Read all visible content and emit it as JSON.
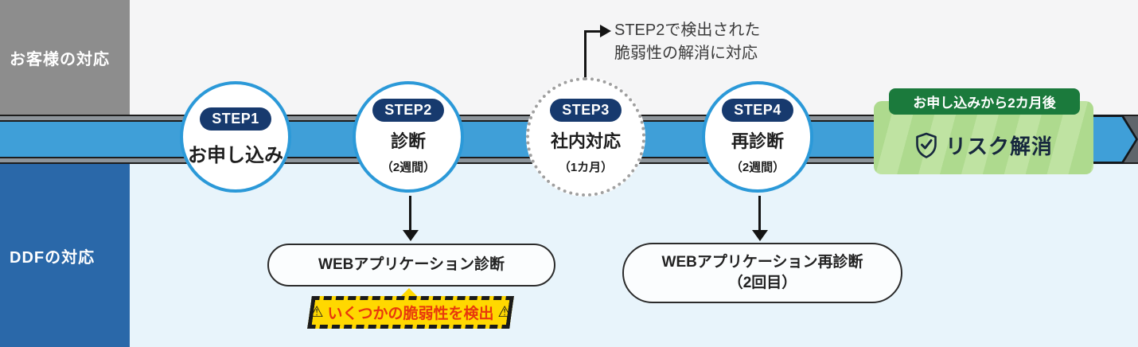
{
  "sidebar": {
    "customer_label": "お客様の対応",
    "ddf_label": "DDFの対応"
  },
  "timeline": {
    "annotation": {
      "line1": "STEP2で検出された",
      "line2": "脆弱性の解消に対応"
    },
    "steps": [
      {
        "badge": "STEP1",
        "title": "お申し込み",
        "duration": ""
      },
      {
        "badge": "STEP2",
        "title": "診断",
        "duration": "（2週間）"
      },
      {
        "badge": "STEP3",
        "title": "社内対応",
        "duration": "（1カ月）"
      },
      {
        "badge": "STEP4",
        "title": "再診断",
        "duration": "（2週間）"
      }
    ],
    "result": {
      "badge": "お申し込みから2カ月後",
      "label": "リスク解消",
      "icon": "shield-check-icon"
    }
  },
  "ddf": {
    "diagnosis_label": "WEBアプリケーション診断",
    "warning": {
      "label": "いくつかの脆弱性を検出",
      "glyph": "⚠",
      "icon": "warning-triangle-icon"
    },
    "rediagnosis_line1": "WEBアプリケーション再診断",
    "rediagnosis_line2": "（2回目）"
  },
  "colors": {
    "band_blue": "#3f9fd8",
    "sidebar_gray": "#8d8d8d",
    "sidebar_blue": "#2a68a9",
    "step_pill_navy": "#173a6e",
    "circle_border_blue": "#2b99d8",
    "result_green_dark": "#1b7a3c",
    "result_green_light": "#aeda8e",
    "warning_yellow": "#ffd800",
    "warning_red": "#e8380d"
  }
}
